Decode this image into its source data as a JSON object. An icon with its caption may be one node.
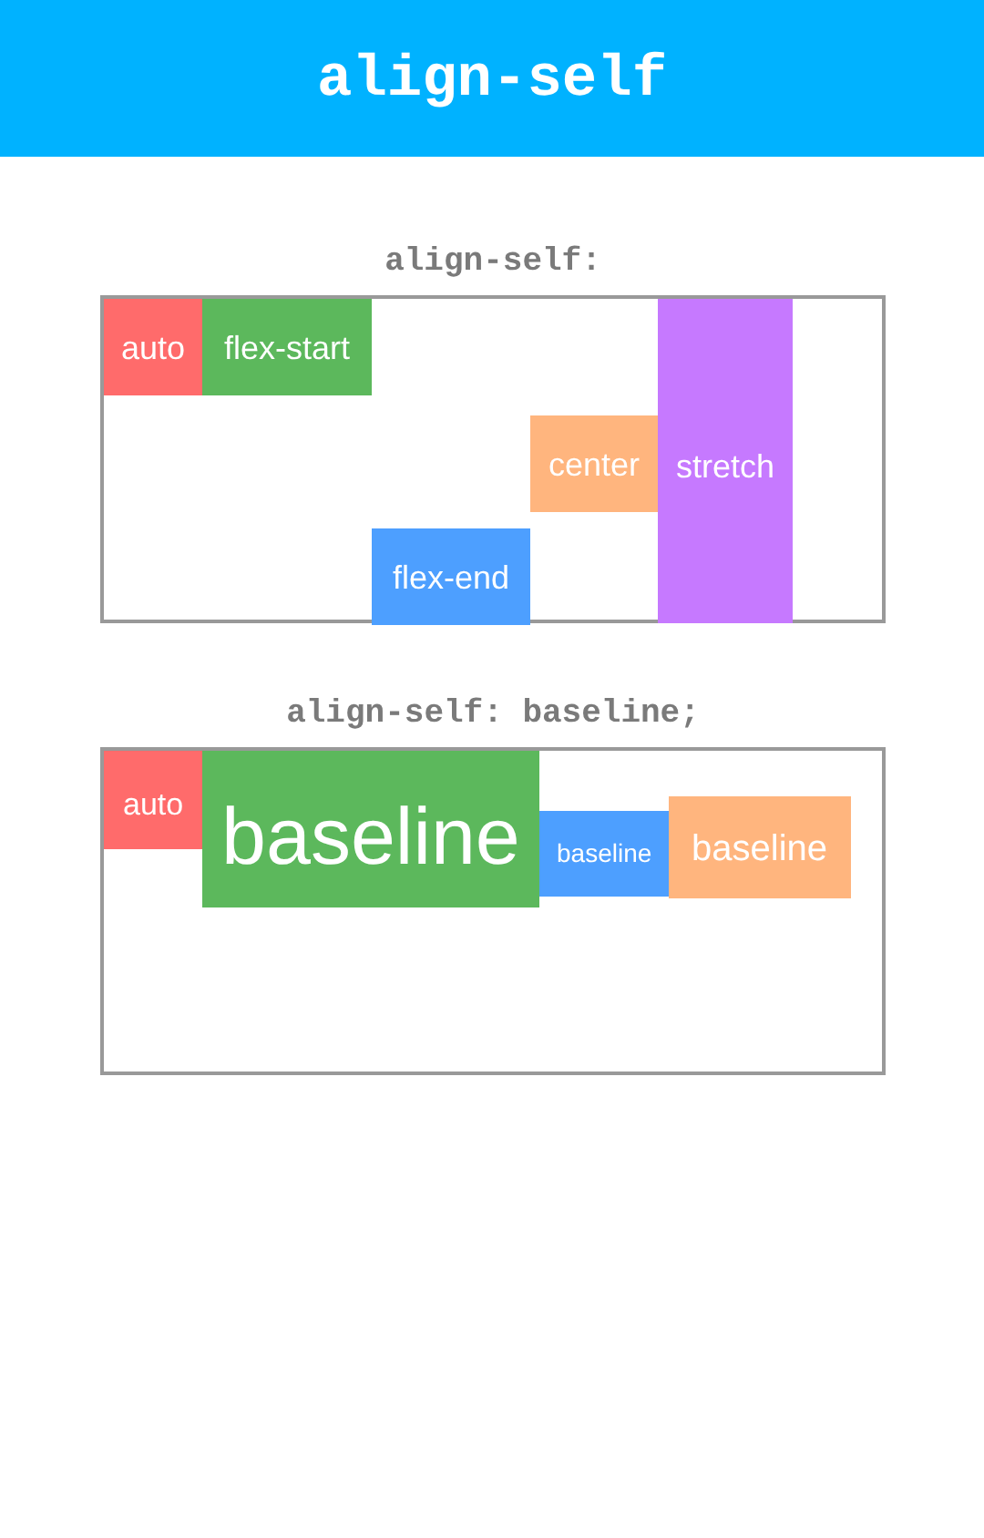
{
  "diagram": {
    "title": "align-self",
    "nodes": [
      {
        "text": [
          "align-self:"
        ]
      },
      {
        "text": [
          "auto"
        ],
        "in": 0
      },
      {
        "text": [
          "flex-start"
        ],
        "in": 0
      },
      {
        "text": [
          "flex-end"
        ],
        "in": 0
      },
      {
        "text": [
          "center"
        ],
        "in": 0
      },
      {
        "text": [
          "stretch"
        ],
        "in": 0
      },
      {
        "text": [
          "align-self: baseline;"
        ]
      },
      {
        "text": [
          "auto"
        ],
        "in": 6
      },
      {
        "text": [
          "baseline"
        ],
        "in": 6
      },
      {
        "text": [
          "baseline"
        ],
        "in": 6
      },
      {
        "text": [
          "baseline"
        ],
        "in": 6
      }
    ],
    "edges": []
  }
}
